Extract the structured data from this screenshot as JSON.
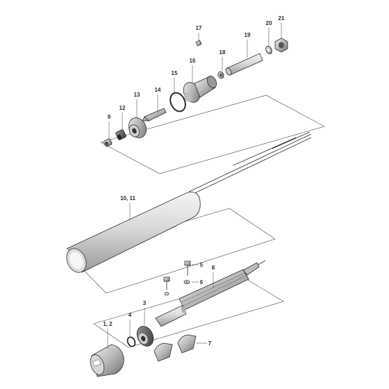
{
  "diagram": {
    "type": "exploded-parts-view",
    "callouts": [
      {
        "id": "c21",
        "text": "21"
      },
      {
        "id": "c17",
        "text": "17"
      },
      {
        "id": "c20",
        "text": "20"
      },
      {
        "id": "c19",
        "text": "19"
      },
      {
        "id": "c18",
        "text": "18"
      },
      {
        "id": "c16",
        "text": "16"
      },
      {
        "id": "c15",
        "text": "15"
      },
      {
        "id": "c14",
        "text": "14"
      },
      {
        "id": "c13",
        "text": "13"
      },
      {
        "id": "c12",
        "text": "12"
      },
      {
        "id": "c9",
        "text": "9"
      },
      {
        "id": "c10-11",
        "text": "10, 11"
      },
      {
        "id": "c5",
        "text": "5"
      },
      {
        "id": "c8",
        "text": "8"
      },
      {
        "id": "c6",
        "text": "6"
      },
      {
        "id": "c3",
        "text": "3"
      },
      {
        "id": "c1-2",
        "text": "1, 2"
      },
      {
        "id": "c4",
        "text": "4"
      },
      {
        "id": "c7",
        "text": "7"
      }
    ]
  }
}
